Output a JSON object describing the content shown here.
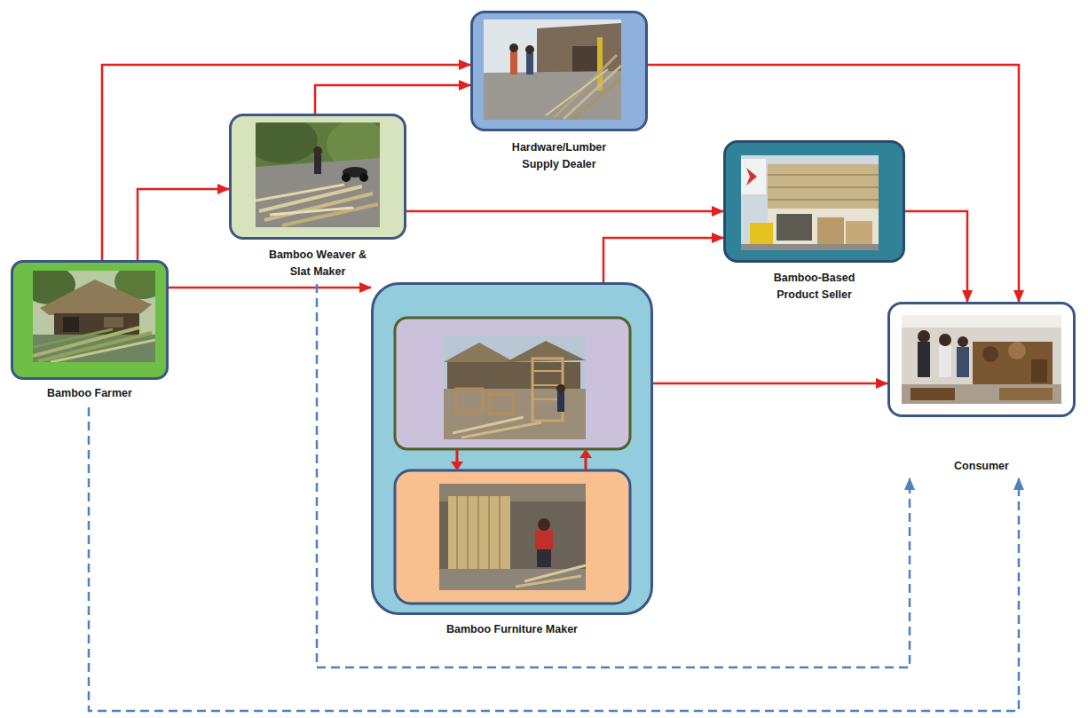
{
  "diagram": {
    "nodes": [
      {
        "text": [
          "Bamboo Farmer"
        ]
      },
      {
        "text": [
          "Bamboo Weaver & Slat Maker"
        ]
      },
      {
        "text": [
          "Hardware/Lumber Supply Dealer"
        ]
      },
      {
        "text": [
          "Bamboo-Based Product Seller"
        ]
      },
      {
        "text": [
          "Bamboo Furniture Maker"
        ]
      },
      {
        "text": [
          "Consumer"
        ]
      }
    ],
    "edges": [
      {
        "from": 0,
        "to": 2,
        "arrow": "to"
      },
      {
        "from": 0,
        "to": 1,
        "arrow": "to"
      },
      {
        "from": 0,
        "to": 4,
        "arrow": "to"
      },
      {
        "from": 1,
        "to": 2,
        "arrow": "to"
      },
      {
        "from": 1,
        "to": 3,
        "arrow": "to"
      },
      {
        "from": 4,
        "to": 3,
        "arrow": "to"
      },
      {
        "from": 4,
        "to": 5,
        "arrow": "to"
      },
      {
        "from": 3,
        "to": 5,
        "arrow": "to"
      },
      {
        "from": 2,
        "to": 5,
        "arrow": "to"
      },
      {
        "from": 1,
        "to": 5,
        "arrow": "to"
      },
      {
        "from": 0,
        "to": 5,
        "arrow": "to"
      }
    ]
  }
}
